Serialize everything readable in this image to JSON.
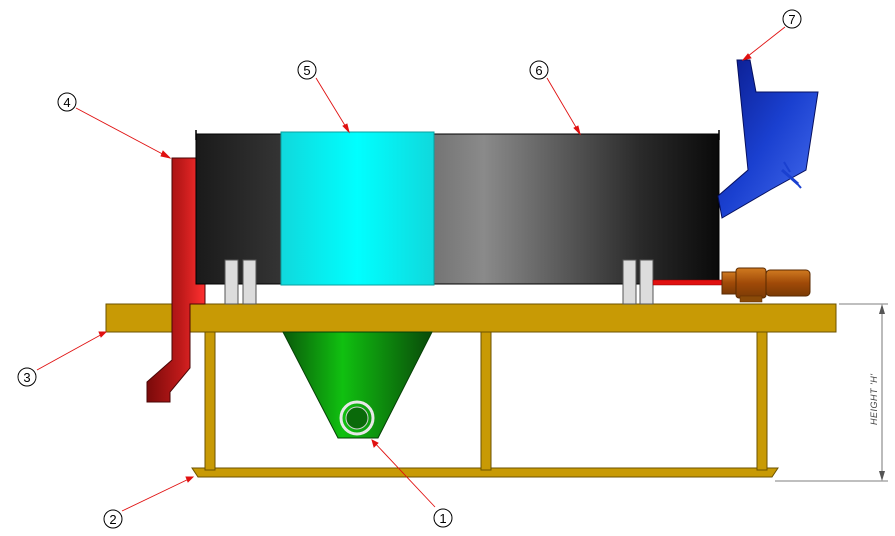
{
  "callouts": [
    {
      "id": "1",
      "label": "1"
    },
    {
      "id": "2",
      "label": "2"
    },
    {
      "id": "3",
      "label": "3"
    },
    {
      "id": "4",
      "label": "4"
    },
    {
      "id": "5",
      "label": "5"
    },
    {
      "id": "6",
      "label": "6"
    },
    {
      "id": "7",
      "label": "7"
    }
  ],
  "dimension": {
    "label": "HEIGHT  'H'"
  },
  "colors": {
    "frame": "#c89a05",
    "frame_stroke": "#6b5200",
    "chute_red": "#b01818",
    "hopper_green": "#0a9a0a",
    "band_cyan": "#00e8ee",
    "drum_dark": "#111111",
    "feeder_blue": "#1030b0",
    "motor_brown": "#b05a10",
    "leader_red": "#e01010"
  }
}
